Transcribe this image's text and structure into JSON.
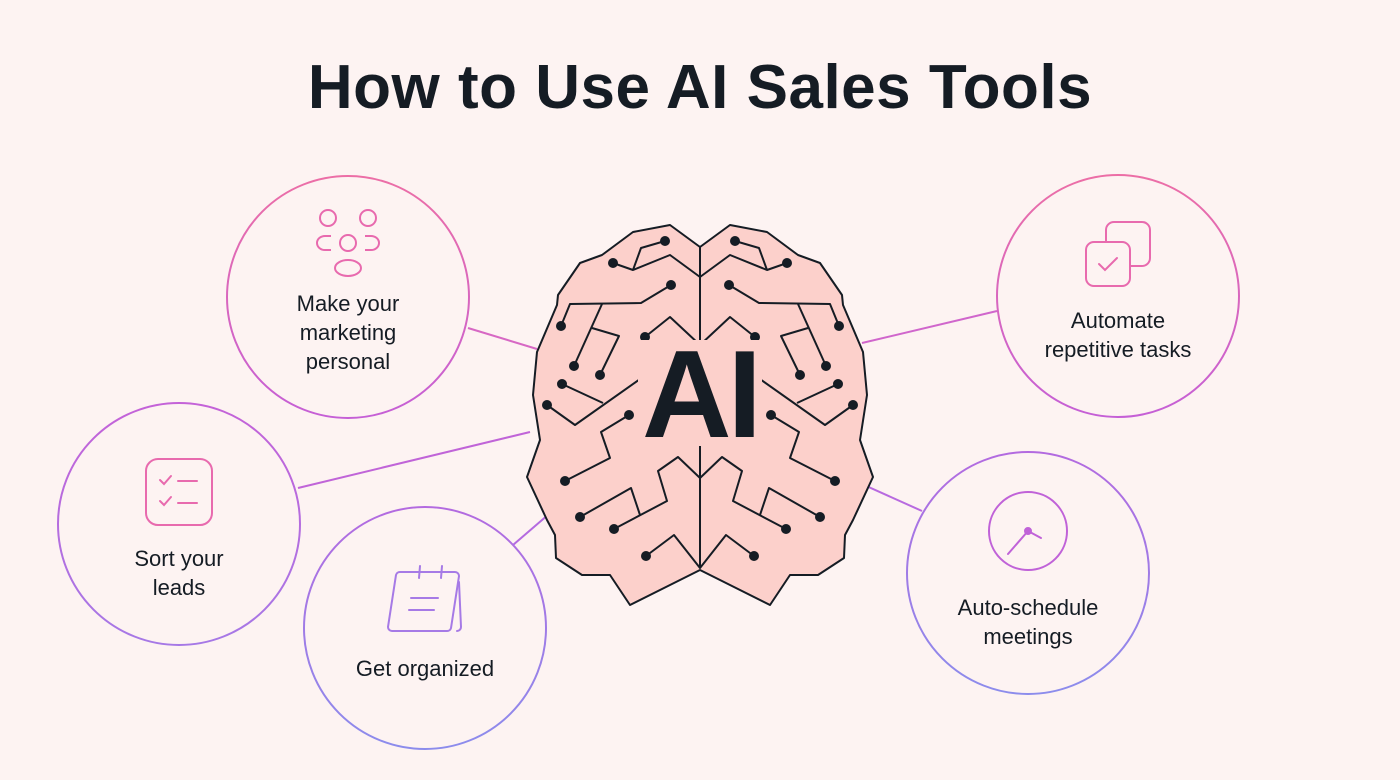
{
  "title": "How to Use AI Sales Tools",
  "brain_label": "AI",
  "colors": {
    "background": "#fdf3f2",
    "brain_fill": "#fcd0cb",
    "ink": "#151c24",
    "pink": "#e86aae",
    "purple": "#b06ae0",
    "violet": "#9a7ee8"
  },
  "nodes": [
    {
      "label_lines": [
        "Make your",
        "marketing",
        "personal"
      ],
      "icon": "people-group-icon"
    },
    {
      "label_lines": [
        "Sort your",
        "leads"
      ],
      "icon": "checklist-icon"
    },
    {
      "label_lines": [
        "Get organized"
      ],
      "icon": "notepad-icon"
    },
    {
      "label_lines": [
        "Automate",
        "repetitive tasks"
      ],
      "icon": "stacked-check-icon"
    },
    {
      "label_lines": [
        "Auto-schedule",
        "meetings"
      ],
      "icon": "clock-icon"
    }
  ]
}
